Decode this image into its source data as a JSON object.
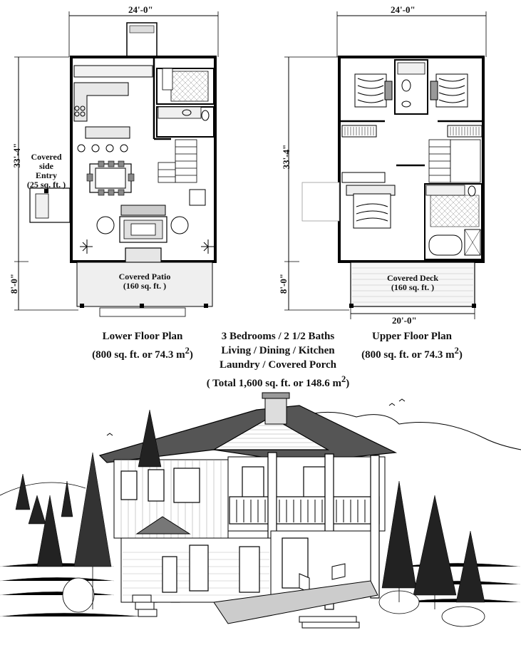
{
  "lower_plan": {
    "width_dim": "24'-0\"",
    "height_dim": "33'-4\"",
    "patio_dim": "8'-0\"",
    "side_entry": [
      "Covered side",
      "Entry",
      "(25 sq. ft. )"
    ],
    "patio": [
      "Covered Patio",
      "(160 sq. ft. )"
    ],
    "title": "Lower Floor Plan",
    "area": "(800 sq. ft. or 74.3 m",
    "area_sup": "2",
    "area_end": ")"
  },
  "upper_plan": {
    "width_dim": "24'-0\"",
    "height_dim": "33'-4\"",
    "deck_dim": "8'-0\"",
    "deck_width": "20'-0\"",
    "deck": [
      "Covered Deck",
      "(160 sq. ft. )"
    ],
    "title": "Upper Floor Plan",
    "area": "(800 sq. ft. or 74.3 m",
    "area_sup": "2",
    "area_end": ")"
  },
  "summary": {
    "line1": "3 Bedrooms / 2 1/2 Baths",
    "line2": "Living / Dining / Kitchen",
    "line3": "Laundry / Covered Porch",
    "total": "( Total 1,600 sq. ft.  or 148.6 m",
    "total_sup": "2",
    "total_end": ")"
  }
}
